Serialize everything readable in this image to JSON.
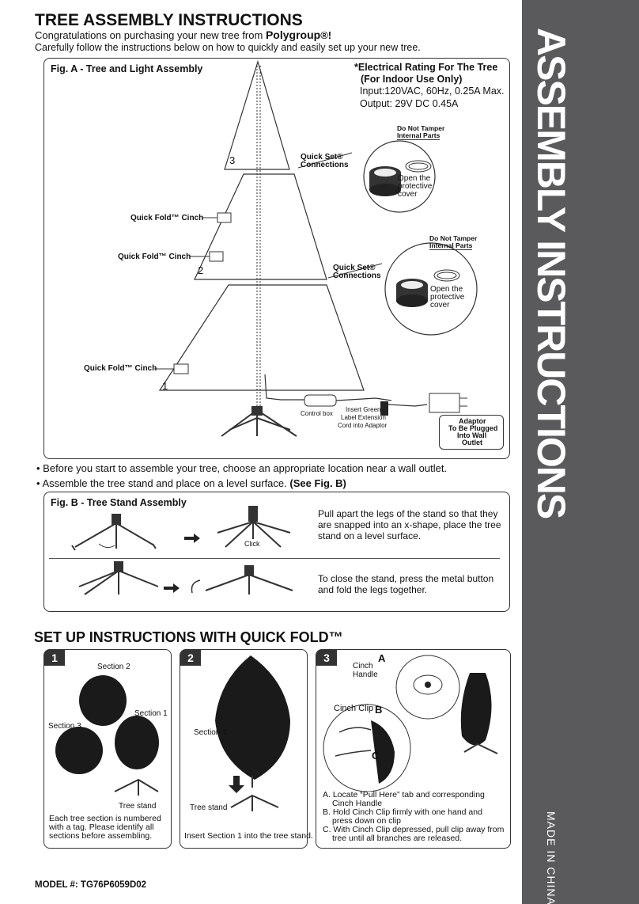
{
  "header": {
    "title": "TREE ASSEMBLY INSTRUCTIONS",
    "congrats_prefix": "Congratulations on purchasing your new tree from",
    "brand": "Polygroup",
    "brand_suffix": "®!",
    "subtitle": "Carefully follow the instructions below on how to quickly and easily set up your new tree."
  },
  "sidebar": {
    "title": "ASSEMBLY INSTRUCTIONS",
    "made_in": "MADE IN CHINA"
  },
  "fig_a": {
    "title": "Fig. A - Tree and Light Assembly",
    "rating_title_1": "*Electrical Rating For The Tree",
    "rating_title_2": "(For Indoor Use Only)",
    "input": "Input:120VAC, 60Hz, 0.25A Max.",
    "output": "Output: 29V DC 0.45A",
    "quick_set_1a": "Quick Set®",
    "quick_set_1b": "Connections",
    "quick_set_2a": "Quick Set®",
    "quick_set_2b": "Connections",
    "tamper_1a": "Do Not Tamper",
    "tamper_1b": "Internal Parts",
    "tamper_2a": "Do Not Tamper",
    "tamper_2b": "Internal Parts",
    "open_1a": "Open the",
    "open_1b": "protective",
    "open_1c": "cover",
    "open_2a": "Open the",
    "open_2b": "protective",
    "open_2c": "cover",
    "cinch_1": "Quick Fold™ Cinch",
    "cinch_2": "Quick Fold™ Cinch",
    "cinch_3": "Quick Fold™ Cinch",
    "section_1": "1",
    "section_2": "2",
    "section_3": "3",
    "control_box": "Control box",
    "insert_1": "Insert Green",
    "insert_2": "Label Extension",
    "insert_3": "Cord into Adaptor",
    "adaptor_1": "Adaptor",
    "adaptor_2": "To Be Plugged",
    "adaptor_3": "Into Wall",
    "adaptor_4": "Outlet"
  },
  "bullets": {
    "b1": "Before you start to assemble your tree, choose an appropriate location near a wall outlet.",
    "b2_main": "Assemble the tree stand and place on a level surface.",
    "b2_ref": "(See Fig. B)"
  },
  "fig_b": {
    "title": "Fig. B - Tree Stand Assembly",
    "step1_1": "Pull apart the legs of the stand so that they",
    "step1_2": "are snapped into an x-shape, place the tree",
    "step1_3": "stand on a level surface.",
    "click": "Click",
    "step2_1": "To close the stand, press the metal button",
    "step2_2": "and fold the legs together."
  },
  "setup": {
    "title": "SET UP INSTRUCTIONS WITH QUICK FOLD™",
    "p1_num": "1",
    "p1_section2": "Section 2",
    "p1_section1": "Section 1",
    "p1_section3": "Section 3",
    "p1_stand": "Tree stand",
    "p1_text_1": "Each tree section is numbered",
    "p1_text_2": "with a tag. Please identify all",
    "p1_text_3": "sections before assembling.",
    "p2_num": "2",
    "p2_section1": "Section 1",
    "p2_stand": "Tree stand",
    "p2_text": "Insert Section 1 into the tree stand.",
    "p3_num": "3",
    "p3_cinch_handle_1": "Cinch",
    "p3_cinch_handle_2": "Handle",
    "p3_cinch_clip": "Cinch Clip",
    "p3_a": "A",
    "p3_b": "B",
    "p3_c": "C",
    "p3_la_1": "A. Locate “Pull Here” tab and corresponding",
    "p3_la_2": "Cinch Handle",
    "p3_lb_1": "B. Hold Cinch Clip firmly with one hand and",
    "p3_lb_2": "press down on clip",
    "p3_lc_1": "C. With Cinch Clip depressed, pull clip away from",
    "p3_lc_2": "tree until all branches are released."
  },
  "footer": {
    "model": "MODEL #: TG76P6059D02"
  }
}
